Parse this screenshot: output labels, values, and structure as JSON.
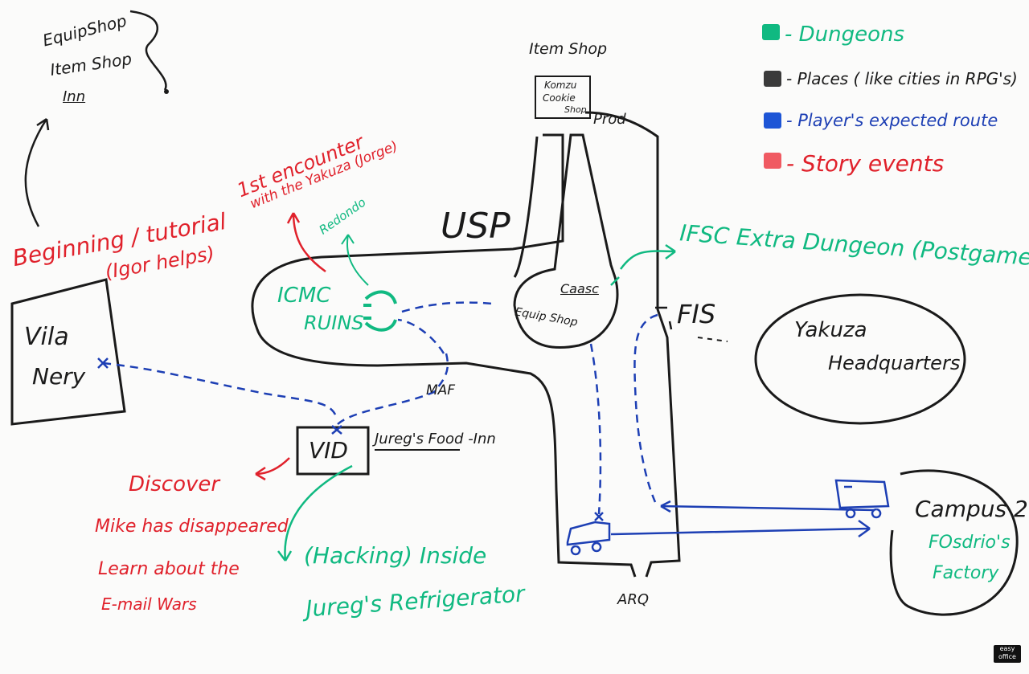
{
  "legend": {
    "dungeons": "- Dungeons",
    "places": "- Places ( like cities in RPG's)",
    "route": "- Player's expected route",
    "story": "- Story events"
  },
  "colors": {
    "dungeons": "#10b981",
    "places": "#1a1a1a",
    "route": "#1d3fb4",
    "story": "#e0212b"
  },
  "top_left_note": {
    "line1": "EquipShop",
    "line2": "Item Shop",
    "line3": "Inn"
  },
  "places": {
    "vila_nery_line1": "Vila",
    "vila_nery_line2": "Nery",
    "usp": "USP",
    "item_shop": "Item Shop",
    "komzu_line1": "Komzu",
    "komzu_line2": "Cookie",
    "komzu_line3": "Shop",
    "prod": "Prod",
    "caasc": "Caasc",
    "caasc_equip": "Equip Shop",
    "fis": "FIS",
    "yakuza_line1": "Yakuza",
    "yakuza_line2": "Headquarters",
    "maf": "MAF",
    "vid": "VID",
    "jureg_food": "Jureg's Food -Inn",
    "arq": "ARQ",
    "campus2": "Campus 2"
  },
  "dungeons": {
    "redondo": "Redondo",
    "icmc_line1": "ICMC",
    "icmc_line2": "RUINS",
    "ifsc": "IFSC Extra Dungeon (Postgame)",
    "hacking_line1": "(Hacking) Inside",
    "hacking_line2": "Jureg's Refrigerator",
    "fosdrio_line1": "FOsdrio's",
    "fosdrio_line2": "Factory"
  },
  "story": {
    "first_encounter_line1": "1st encounter",
    "first_encounter_line2": "with the Yakuza (Jorge)",
    "beginning_line1": "Beginning / tutorial",
    "beginning_line2": "(Igor helps)",
    "discover": "Discover",
    "mike": "Mike has disappeared",
    "learn": "Learn about the",
    "email": "E-mail Wars"
  },
  "brand": {
    "line1": "easy",
    "line2": "office"
  }
}
